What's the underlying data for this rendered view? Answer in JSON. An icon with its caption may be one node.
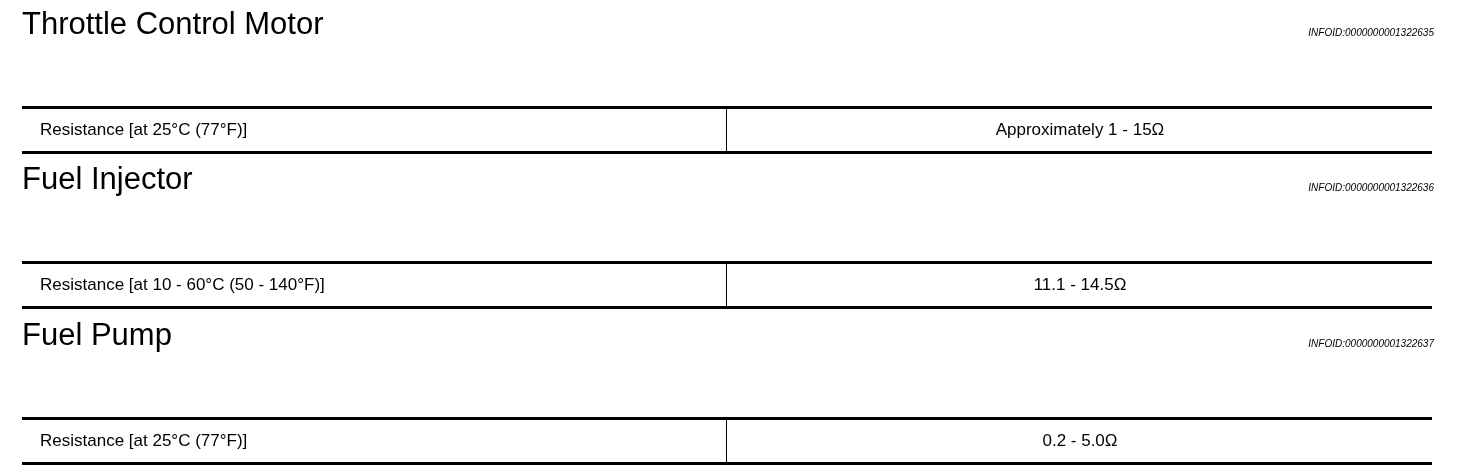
{
  "diagram": {
    "labels": [
      "Throttle Control Motor",
      "INFOID:0000000001322635",
      "Resistance [at 25°C (77°F)]",
      "Approximately 1 - 15Ω",
      "Fuel Injector",
      "INFOID:0000000001322636",
      "Resistance [at 10 - 60°C (50 - 140°F)]",
      "11.1 - 14.5Ω",
      "Fuel Pump",
      "INFOID:0000000001322637",
      "Resistance [at 25°C (77°F)]",
      "0.2 - 5.0Ω"
    ]
  }
}
